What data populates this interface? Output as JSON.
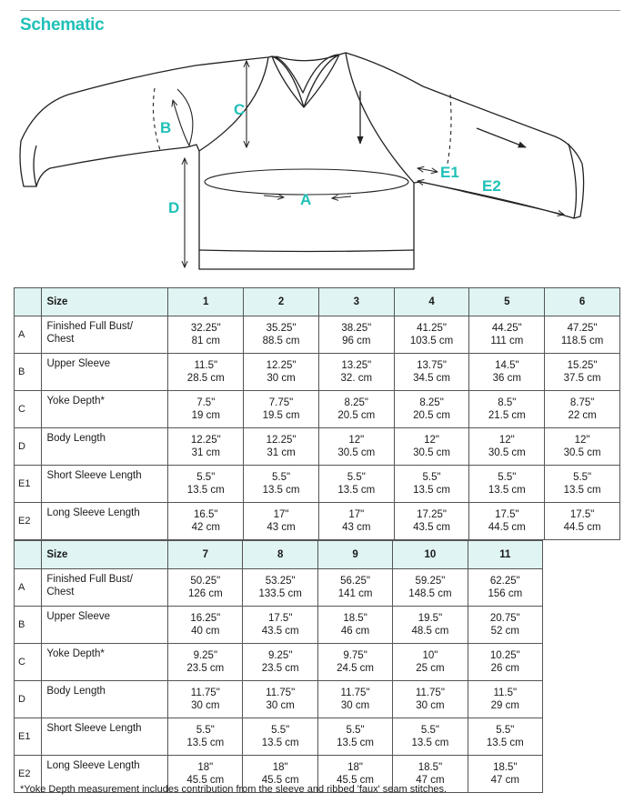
{
  "title": "Schematic",
  "labels": {
    "A": "A",
    "B": "B",
    "C": "C",
    "D": "D",
    "E1": "E1",
    "E2": "E2"
  },
  "table_header_label": "Size",
  "rows": [
    {
      "key": "A",
      "name": "Finished Full Bust/ Chest"
    },
    {
      "key": "B",
      "name": "Upper Sleeve"
    },
    {
      "key": "C",
      "name": "Yoke Depth*"
    },
    {
      "key": "D",
      "name": "Body Length"
    },
    {
      "key": "E1",
      "name": "Short Sleeve Length"
    },
    {
      "key": "E2",
      "name": "Long Sleeve Length"
    }
  ],
  "table1": {
    "sizes": [
      "1",
      "2",
      "3",
      "4",
      "5",
      "6"
    ],
    "values": [
      [
        [
          "32.25\"",
          "81 cm"
        ],
        [
          "35.25\"",
          "88.5 cm"
        ],
        [
          "38.25\"",
          "96 cm"
        ],
        [
          "41.25\"",
          "103.5 cm"
        ],
        [
          "44.25\"",
          "111 cm"
        ],
        [
          "47.25\"",
          "118.5 cm"
        ]
      ],
      [
        [
          "11.5\"",
          "28.5 cm"
        ],
        [
          "12.25\"",
          "30 cm"
        ],
        [
          "13.25\"",
          "32. cm"
        ],
        [
          "13.75\"",
          "34.5 cm"
        ],
        [
          "14.5\"",
          "36 cm"
        ],
        [
          "15.25\"",
          "37.5 cm"
        ]
      ],
      [
        [
          "7.5\"",
          "19 cm"
        ],
        [
          "7.75\"",
          "19.5 cm"
        ],
        [
          "8.25\"",
          "20.5 cm"
        ],
        [
          "8.25\"",
          "20.5 cm"
        ],
        [
          "8.5\"",
          "21.5 cm"
        ],
        [
          "8.75\"",
          "22 cm"
        ]
      ],
      [
        [
          "12.25\"",
          "31 cm"
        ],
        [
          "12.25\"",
          "31 cm"
        ],
        [
          "12\"",
          "30.5 cm"
        ],
        [
          "12\"",
          "30.5 cm"
        ],
        [
          "12\"",
          "30.5 cm"
        ],
        [
          "12\"",
          "30.5 cm"
        ]
      ],
      [
        [
          "5.5\"",
          "13.5 cm"
        ],
        [
          "5.5\"",
          "13.5 cm"
        ],
        [
          "5.5\"",
          "13.5 cm"
        ],
        [
          "5.5\"",
          "13.5 cm"
        ],
        [
          "5.5\"",
          "13.5 cm"
        ],
        [
          "5.5\"",
          "13.5 cm"
        ]
      ],
      [
        [
          "16.5\"",
          "42 cm"
        ],
        [
          "17\"",
          "43 cm"
        ],
        [
          "17\"",
          "43 cm"
        ],
        [
          "17.25\"",
          "43.5 cm"
        ],
        [
          "17.5\"",
          "44.5 cm"
        ],
        [
          "17.5\"",
          "44.5 cm"
        ]
      ]
    ]
  },
  "table2": {
    "sizes": [
      "7",
      "8",
      "9",
      "10",
      "11"
    ],
    "values": [
      [
        [
          "50.25\"",
          "126 cm"
        ],
        [
          "53.25\"",
          "133.5 cm"
        ],
        [
          "56.25\"",
          "141 cm"
        ],
        [
          "59.25\"",
          "148.5 cm"
        ],
        [
          "62.25\"",
          "156 cm"
        ]
      ],
      [
        [
          "16.25\"",
          "40 cm"
        ],
        [
          "17.5\"",
          "43.5 cm"
        ],
        [
          "18.5\"",
          "46 cm"
        ],
        [
          "19.5\"",
          "48.5 cm"
        ],
        [
          "20.75\"",
          "52 cm"
        ]
      ],
      [
        [
          "9.25\"",
          "23.5 cm"
        ],
        [
          "9.25\"",
          "23.5 cm"
        ],
        [
          "9.75\"",
          "24.5 cm"
        ],
        [
          "10\"",
          "25 cm"
        ],
        [
          "10.25\"",
          "26 cm"
        ]
      ],
      [
        [
          "11.75\"",
          "30 cm"
        ],
        [
          "11.75\"",
          "30 cm"
        ],
        [
          "11.75\"",
          "30 cm"
        ],
        [
          "11.75\"",
          "30 cm"
        ],
        [
          "11.5\"",
          "29 cm"
        ]
      ],
      [
        [
          "5.5\"",
          "13.5 cm"
        ],
        [
          "5.5\"",
          "13.5 cm"
        ],
        [
          "5.5\"",
          "13.5 cm"
        ],
        [
          "5.5\"",
          "13.5 cm"
        ],
        [
          "5.5\"",
          "13.5 cm"
        ]
      ],
      [
        [
          "18\"",
          "45.5 cm"
        ],
        [
          "18\"",
          "45.5 cm"
        ],
        [
          "18\"",
          "45.5 cm"
        ],
        [
          "18.5\"",
          "47 cm"
        ],
        [
          "18.5\"",
          "47 cm"
        ]
      ]
    ]
  },
  "footnote": "*Yoke Depth measurement includes contribution from the sleeve and ribbed 'faux' seam stitches."
}
